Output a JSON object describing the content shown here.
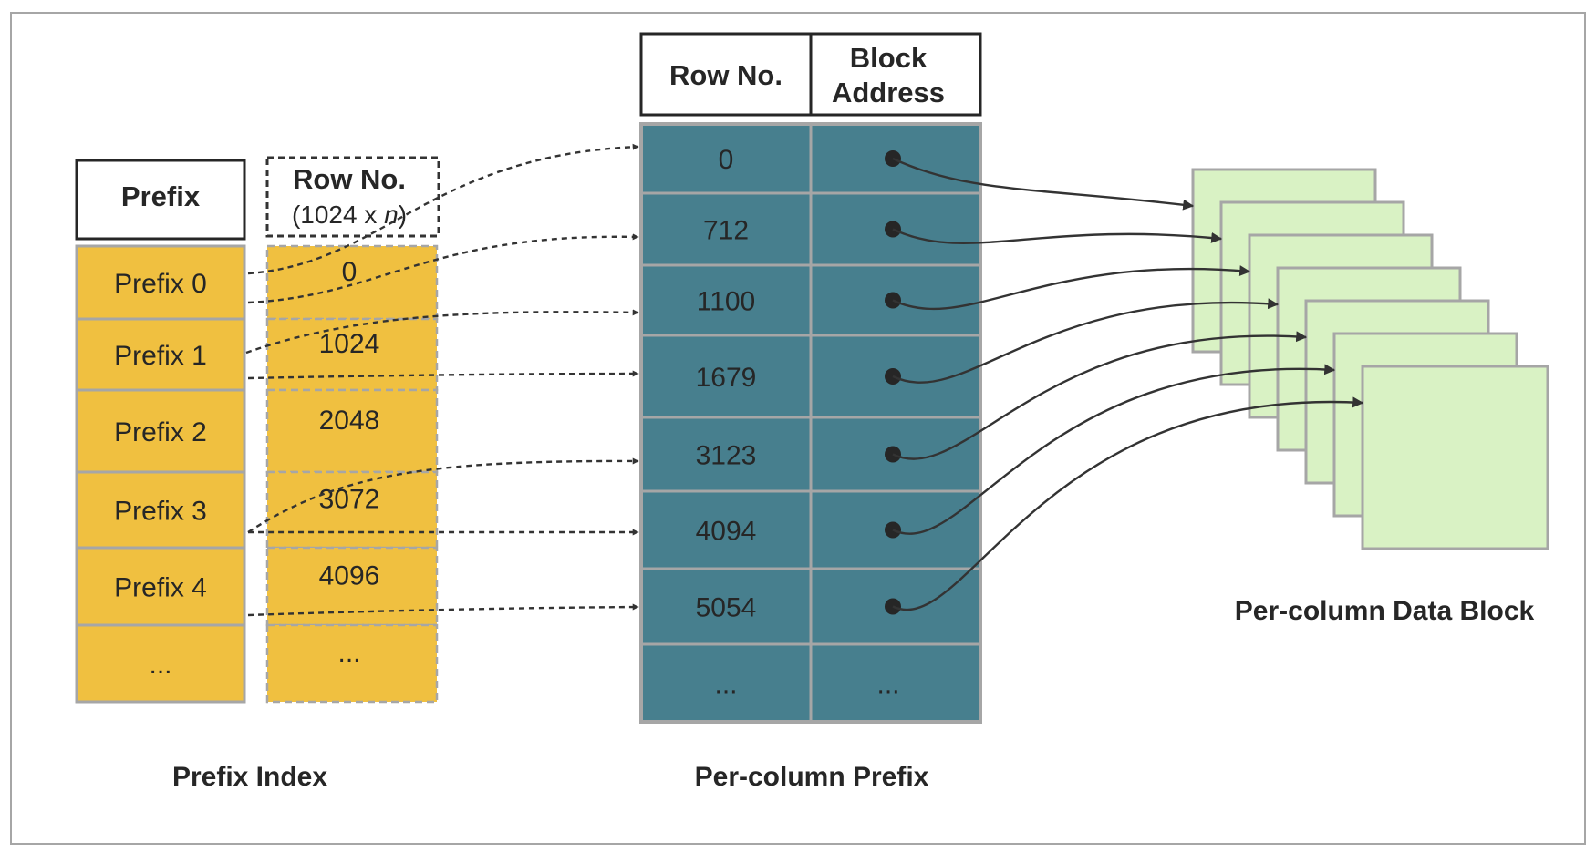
{
  "prefix_index": {
    "caption": "Prefix Index",
    "prefix_header": "Prefix",
    "row_header_line1": "Row No.",
    "row_header_line2_prefix": "(1024 x ",
    "row_header_line2_var": "n",
    "row_header_line2_suffix": ")",
    "prefixes": [
      "Prefix 0",
      "Prefix 1",
      "Prefix 2",
      "Prefix 3",
      "Prefix 4",
      "..."
    ],
    "row_numbers": [
      "0",
      "1024",
      "2048",
      "3072",
      "4096",
      "..."
    ]
  },
  "per_column_prefix": {
    "caption": "Per-column Prefix",
    "row_header": "Row No.",
    "block_header_line1": "Block",
    "block_header_line2": "Address",
    "row_numbers": [
      "0",
      "712",
      "1100",
      "1679",
      "3123",
      "4094",
      "5054",
      "..."
    ],
    "address_overflow": "..."
  },
  "data_blocks": {
    "caption": "Per-column Data Block",
    "count": 7
  },
  "colors": {
    "prefix_fill": "#f0c040",
    "cell_border": "#a6a6a6",
    "teal_fill": "#477f8e",
    "block_fill": "#d9f2c4",
    "block_border": "#a6a6a6",
    "frame_border": "#a6a6a6"
  }
}
